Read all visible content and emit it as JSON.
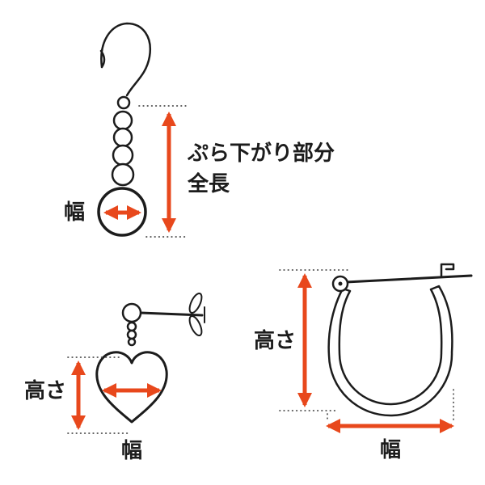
{
  "colors": {
    "accent": "#e8481c",
    "line": "#1c1c1c",
    "leader": "#4a4a4a",
    "background": "#ffffff"
  },
  "dangle_earring": {
    "width_label": "幅",
    "length_label_line1": "ぷら下がり部分",
    "length_label_line2": "全長"
  },
  "heart_earring": {
    "height_label": "高さ",
    "width_label": "幅"
  },
  "hoop_earring": {
    "height_label": "高さ",
    "width_label": "幅"
  }
}
